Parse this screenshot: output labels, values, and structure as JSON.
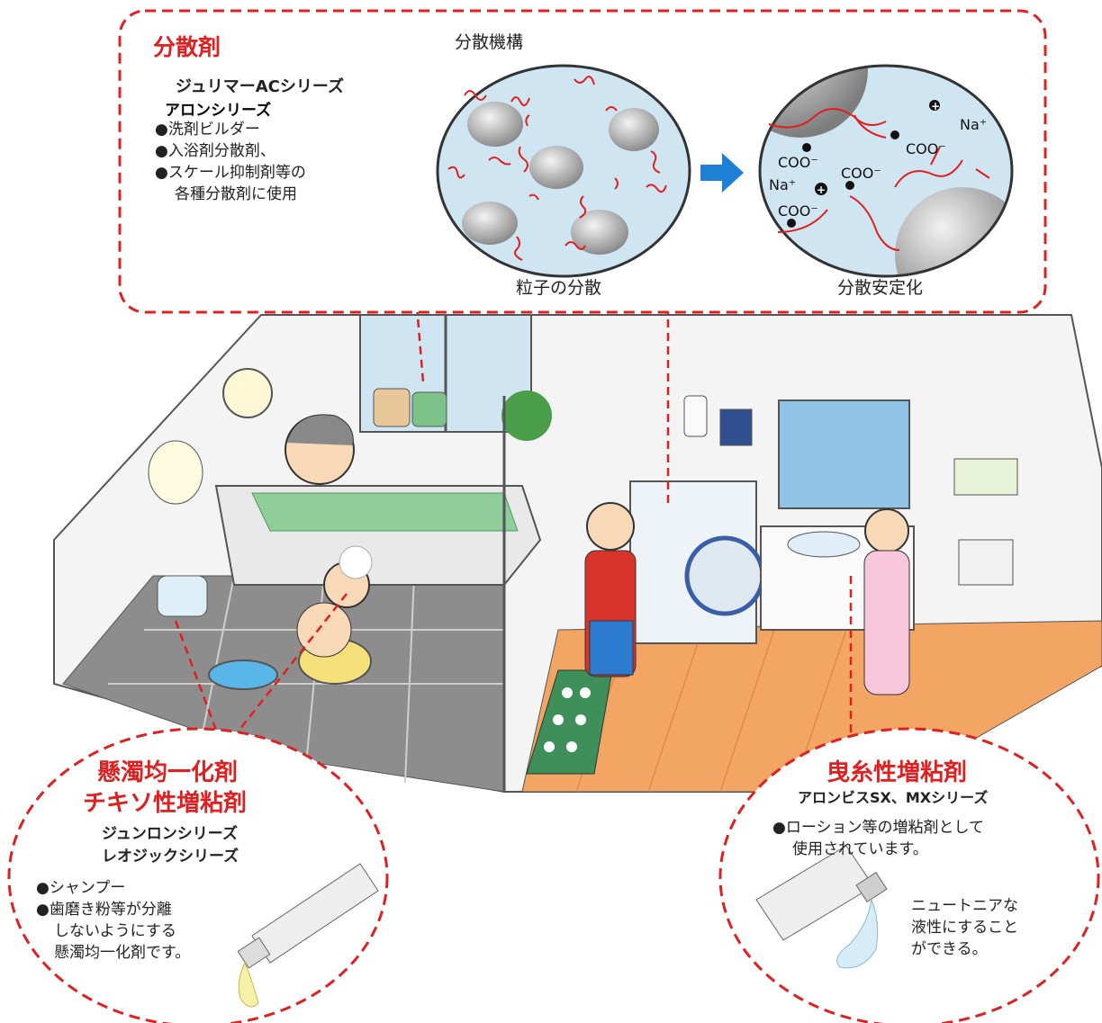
{
  "dispersant": {
    "title": "分散剤",
    "series": [
      "ジュリマーACシリーズ",
      "アロンシリーズ"
    ],
    "uses": [
      "●洗剤ビルダー",
      "●入浴剤分散剤、",
      "●スケール抑制剤等の",
      "各種分散剤に使用"
    ],
    "mechanism_label": "分散機構",
    "left_caption": "粒子の分散",
    "right_caption": "分散安定化",
    "ion_labels": [
      "Na⁺",
      "COO⁻",
      "COO⁻",
      "Na⁺",
      "COO⁻",
      "COO⁻"
    ]
  },
  "suspension": {
    "title_line1": "懸濁均一化剤",
    "title_line2": "チキソ性増粘剤",
    "series": [
      "ジュンロンシリーズ",
      "レオジックシリーズ"
    ],
    "uses": [
      "●シャンプー",
      "●歯磨き粉等が分離",
      "しないようにする",
      "懸濁均一化剤です。"
    ]
  },
  "thickener": {
    "title": "曳糸性増粘剤",
    "series": "アロンビスSX、MXシリーズ",
    "uses": [
      "●ローション等の増粘剤として",
      "使用されています。"
    ],
    "note": [
      "ニュートニアな",
      "液性にすること",
      "ができる。"
    ]
  },
  "colors": {
    "accent_red": "#e02020",
    "arrow_blue": "#1e7fd6",
    "circle_fill": "#cfe6f2"
  }
}
